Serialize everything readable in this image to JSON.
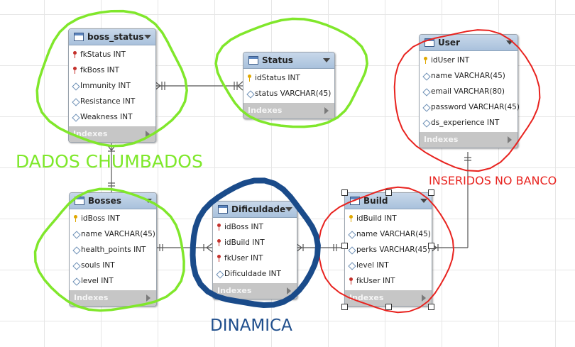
{
  "tables": [
    {
      "id": "boss_status",
      "name": "boss_status",
      "columns": [
        {
          "label": "fkStatus INT",
          "key": "fk"
        },
        {
          "label": "fkBoss INT",
          "key": "fk"
        },
        {
          "label": "Immunity INT",
          "key": "none"
        },
        {
          "label": "Resistance INT",
          "key": "none"
        },
        {
          "label": "Weakness INT",
          "key": "none"
        }
      ],
      "indexes_label": "Indexes"
    },
    {
      "id": "status",
      "name": "Status",
      "columns": [
        {
          "label": "idStatus INT",
          "key": "pk"
        },
        {
          "label": "status VARCHAR(45)",
          "key": "none"
        }
      ],
      "indexes_label": "Indexes"
    },
    {
      "id": "user",
      "name": "User",
      "columns": [
        {
          "label": "idUser INT",
          "key": "pk"
        },
        {
          "label": "name VARCHAR(45)",
          "key": "none"
        },
        {
          "label": "email VARCHAR(80)",
          "key": "none"
        },
        {
          "label": "password VARCHAR(45)",
          "key": "none"
        },
        {
          "label": "ds_experience INT",
          "key": "none"
        }
      ],
      "indexes_label": "Indexes"
    },
    {
      "id": "bosses",
      "name": "Bosses",
      "columns": [
        {
          "label": "idBoss INT",
          "key": "pk"
        },
        {
          "label": "name VARCHAR(45)",
          "key": "none"
        },
        {
          "label": "health_points INT",
          "key": "none"
        },
        {
          "label": "souls INT",
          "key": "none"
        },
        {
          "label": "level INT",
          "key": "none"
        }
      ],
      "indexes_label": "Indexes"
    },
    {
      "id": "dificuldade",
      "name": "Dificuldade",
      "columns": [
        {
          "label": "idBoss INT",
          "key": "fk"
        },
        {
          "label": "idBuild INT",
          "key": "fk"
        },
        {
          "label": "fkUser INT",
          "key": "fk"
        },
        {
          "label": "Dificuldade INT",
          "key": "none"
        }
      ],
      "indexes_label": "Indexes"
    },
    {
      "id": "build",
      "name": "Build",
      "columns": [
        {
          "label": "idBuild INT",
          "key": "pk"
        },
        {
          "label": "name VARCHAR(45)",
          "key": "none"
        },
        {
          "label": "perks VARCHAR(45)",
          "key": "none"
        },
        {
          "label": "level INT",
          "key": "none"
        },
        {
          "label": "fkUser INT",
          "key": "fk"
        }
      ],
      "indexes_label": "Indexes"
    }
  ],
  "annotations": [
    {
      "id": "dados-chumbados",
      "text": "DADOS CHUMBADOS",
      "color": "#7ee82a"
    },
    {
      "id": "inseridos-no-banco",
      "text": "INSERIDOS NO BANCO",
      "color": "#e8231f"
    },
    {
      "id": "dinamica",
      "text": "DINAMICA",
      "color": "#1f4e8c"
    }
  ],
  "colors": {
    "green_marker": "#80e72b",
    "red_marker": "#e8231f",
    "blue_marker": "#1a4b8a",
    "relationship_line": "#555555",
    "table_header": "#b4c9e2",
    "indexes_bar": "#c6c6c6"
  }
}
